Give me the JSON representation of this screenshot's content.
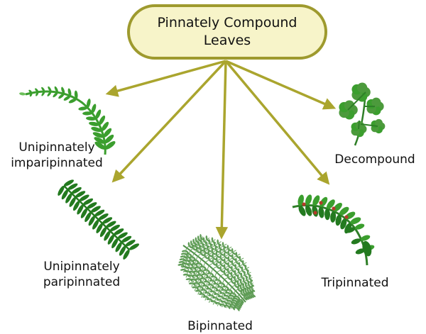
{
  "root": {
    "label": "Pinnately Compound\nLeaves"
  },
  "categories": [
    {
      "id": "unipinnately-imparipinnated",
      "label": "Unipinnately\nimparipinnated"
    },
    {
      "id": "unipinnately-paripinnated",
      "label": "Unipinnately\nparipinnated"
    },
    {
      "id": "bipinnated",
      "label": "Bipinnated"
    },
    {
      "id": "tripinnated",
      "label": "Tripinnated"
    },
    {
      "id": "decompound",
      "label": "Decompound"
    }
  ],
  "colors": {
    "node_fill": "#f7f4c9",
    "node_stroke": "#9e9a2e",
    "arrow": "#aaa52e",
    "leaf_dark": "#237a1f",
    "leaf_mid": "#3b9e2e",
    "leaf_light": "#6cbf5a",
    "berry": "#b33a2a"
  },
  "icons": [
    "imparipinnate-leaf-icon",
    "paripinnate-leaf-icon",
    "fern-frond-icon",
    "tripinnate-branch-icon",
    "decompound-leaf-icon"
  ]
}
